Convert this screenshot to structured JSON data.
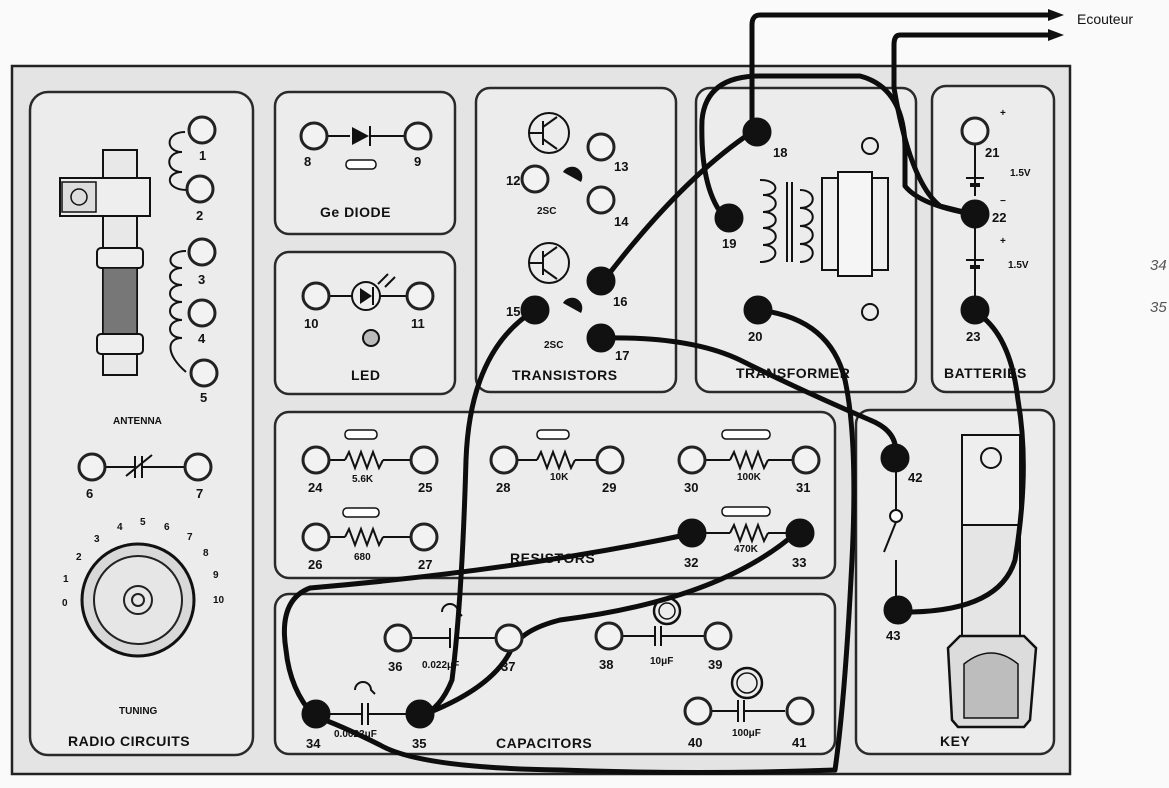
{
  "output_label": "Ecouteur",
  "side_labels": [
    "34",
    "35"
  ],
  "panels": {
    "radio": {
      "title": "RADIO CIRCUITS",
      "antenna": "ANTENNA",
      "tuning": "TUNING",
      "dial": [
        "0",
        "1",
        "2",
        "3",
        "4",
        "5",
        "6",
        "7",
        "8",
        "9",
        "10"
      ]
    },
    "diode": {
      "title": "Ge DIODE"
    },
    "led": {
      "title": "LED"
    },
    "transistors": {
      "title": "TRANSISTORS",
      "part": "2SC"
    },
    "transformer": {
      "title": "TRANSFORMER"
    },
    "batteries": {
      "title": "BATTERIES",
      "voltage": "1.5V",
      "plus": "+",
      "minus": "−"
    },
    "resistors": {
      "title": "RESISTORS"
    },
    "capacitors": {
      "title": "CAPACITORS"
    },
    "key": {
      "title": "KEY"
    }
  },
  "resistors": [
    {
      "label": "5.6K",
      "a": "24",
      "b": "25"
    },
    {
      "label": "10K",
      "a": "28",
      "b": "29"
    },
    {
      "label": "100K",
      "a": "30",
      "b": "31"
    },
    {
      "label": "680",
      "a": "26",
      "b": "27"
    },
    {
      "label": "470K",
      "a": "32",
      "b": "33"
    }
  ],
  "capacitors": [
    {
      "label": "0.022μF",
      "a": "36",
      "b": "37"
    },
    {
      "label": "10μF",
      "a": "38",
      "b": "39"
    },
    {
      "label": "100μF",
      "a": "40",
      "b": "41"
    },
    {
      "label": "0.0022μF",
      "a": "34",
      "b": "35"
    }
  ],
  "terminals": [
    "1",
    "2",
    "3",
    "4",
    "5",
    "6",
    "7",
    "8",
    "9",
    "10",
    "11",
    "12",
    "13",
    "14",
    "15",
    "16",
    "17",
    "18",
    "19",
    "20",
    "21",
    "22",
    "23",
    "42",
    "43"
  ]
}
